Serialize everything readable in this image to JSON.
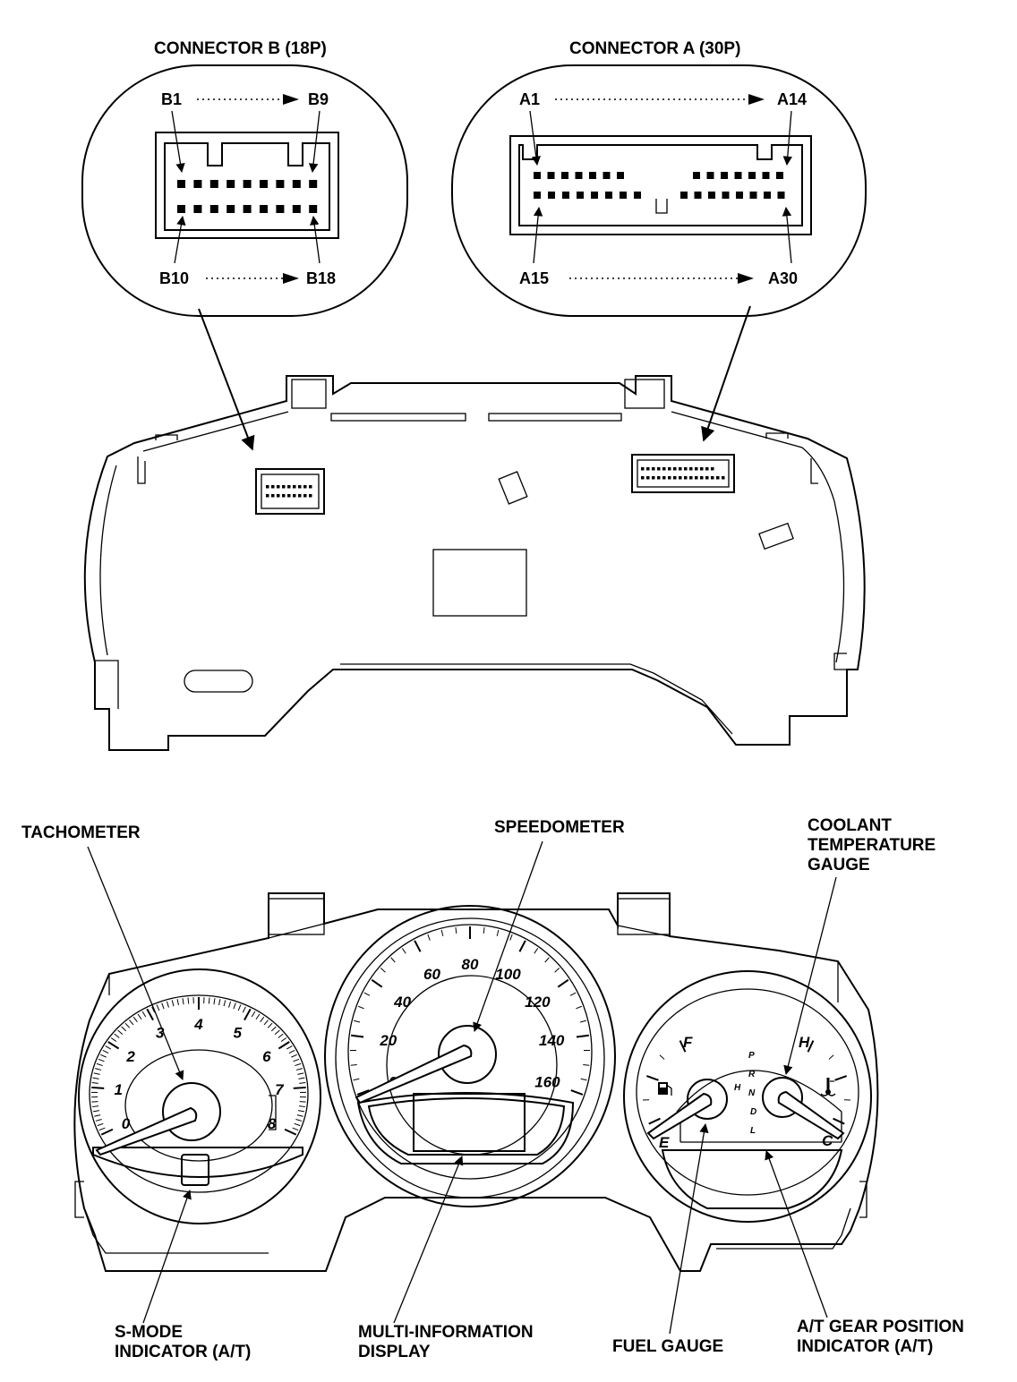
{
  "connectors": {
    "b": {
      "title": "CONNECTOR B (18P)",
      "pin_first": "B1",
      "pin_row1_last": "B9",
      "pin_row2_first": "B10",
      "pin_last": "B18",
      "pins_per_row": 9
    },
    "a": {
      "title": "CONNECTOR A (30P)",
      "pin_first": "A1",
      "pin_row1_last": "A14",
      "pin_row2_first": "A15",
      "pin_last": "A30",
      "pins_row1": 14,
      "pins_row2": 16
    }
  },
  "callouts": {
    "tachometer": "TACHOMETER",
    "speedometer": "SPEEDOMETER",
    "coolant": [
      "COOLANT",
      "TEMPERATURE",
      "GAUGE"
    ],
    "s_mode": [
      "S-MODE",
      "INDICATOR (A/T)"
    ],
    "mid": [
      "MULTI-INFORMATION",
      "DISPLAY"
    ],
    "fuel": "FUEL GAUGE",
    "gear_pos": [
      "A/T GEAR POSITION",
      "INDICATOR (A/T)"
    ]
  },
  "tachometer": {
    "labels": [
      "0",
      "1",
      "2",
      "3",
      "4",
      "5",
      "6",
      "7",
      "8"
    ]
  },
  "speedometer": {
    "labels": [
      "0",
      "20",
      "40",
      "60",
      "80",
      "100",
      "120",
      "140",
      "160"
    ]
  },
  "fuel_gauge": {
    "full": "F",
    "empty": "E",
    "icon": "fuel-pump-icon"
  },
  "coolant_gauge": {
    "hot": "H",
    "cold": "C",
    "icon": "coolant-thermometer-icon"
  },
  "gear_indicator": {
    "positions": [
      "P",
      "R",
      "N",
      "D",
      "L"
    ],
    "extra": "H"
  }
}
